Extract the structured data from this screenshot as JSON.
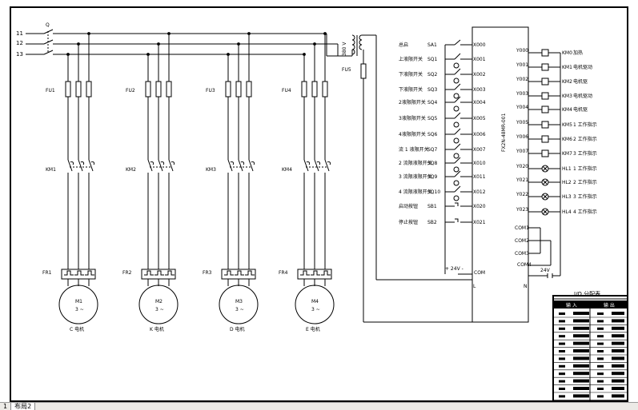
{
  "bus_labels": [
    "11",
    "12",
    "13"
  ],
  "main_switch_label": "Q",
  "transformer_voltage": "380 V",
  "fuse_labels": [
    "FU1",
    "FU2",
    "FU3",
    "FU4"
  ],
  "ctrl_fuse_label": "FU5",
  "contactor_labels": [
    "KM1",
    "KM2",
    "KM3",
    "KM4"
  ],
  "overload_labels": [
    "FR1",
    "FR2",
    "FR3",
    "FR4"
  ],
  "motors": [
    {
      "name": "M1",
      "phase": "3 ~",
      "caption": "C 电机"
    },
    {
      "name": "M2",
      "phase": "3 ~",
      "caption": "K 电机"
    },
    {
      "name": "M3",
      "phase": "3 ~",
      "caption": "D 电机"
    },
    {
      "name": "M4",
      "phase": "3 ~",
      "caption": "E 电机"
    }
  ],
  "inputs": [
    {
      "desc": "总启",
      "tag": "SA1",
      "addr": "X000"
    },
    {
      "desc": "上液限开关",
      "tag": "SQ1",
      "addr": "X001"
    },
    {
      "desc": "下液限开关",
      "tag": "SQ2",
      "addr": "X002"
    },
    {
      "desc": "下液限开关",
      "tag": "SQ3",
      "addr": "X003"
    },
    {
      "desc": "2液限限开关",
      "tag": "SQ4",
      "addr": "X004"
    },
    {
      "desc": "3液限限开关",
      "tag": "SQ5",
      "addr": "X005"
    },
    {
      "desc": "4液限限开关",
      "tag": "SQ6",
      "addr": "X006"
    },
    {
      "desc": "流 1 液限开关",
      "tag": "SQ7",
      "addr": "X007"
    },
    {
      "desc": "2 流限液限开关",
      "tag": "SQ8",
      "addr": "X010"
    },
    {
      "desc": "3 流限液限开关",
      "tag": "SQ9",
      "addr": "X011"
    },
    {
      "desc": "4 流限液限开关",
      "tag": "SQ10",
      "addr": "X012"
    },
    {
      "desc": "启动按钮",
      "tag": "SB1",
      "addr": "X020"
    },
    {
      "desc": "停止按钮",
      "tag": "SB2",
      "addr": "X021"
    }
  ],
  "plc_model": "FX2N-48MR-001",
  "plc_power_label": "+ 24V -",
  "plc_com_in": "COM",
  "plc_L": "L",
  "plc_N": "N",
  "outputs": [
    {
      "addr": "Y000",
      "tag": "KM0",
      "desc": "加热",
      "kind": "coil"
    },
    {
      "addr": "Y001",
      "tag": "KM1",
      "desc": "电机驱动",
      "kind": "coil"
    },
    {
      "addr": "Y002",
      "tag": "KM2",
      "desc": "电机驱",
      "kind": "coil"
    },
    {
      "addr": "Y003",
      "tag": "KM3",
      "desc": "电机驱动",
      "kind": "coil"
    },
    {
      "addr": "Y004",
      "tag": "KM4",
      "desc": "电机驱",
      "kind": "coil"
    },
    {
      "addr": "Y005",
      "tag": "KM5",
      "desc": "1 工作指示",
      "kind": "coil"
    },
    {
      "addr": "Y006",
      "tag": "KM6",
      "desc": "2 工作指示",
      "kind": "coil"
    },
    {
      "addr": "Y007",
      "tag": "KM7",
      "desc": "3 工作指示",
      "kind": "coil"
    },
    {
      "addr": "Y020",
      "tag": "HL1",
      "desc": "1 工作指示",
      "kind": "lamp"
    },
    {
      "addr": "Y021",
      "tag": "HL2",
      "desc": "2 工作指示",
      "kind": "lamp"
    },
    {
      "addr": "Y022",
      "tag": "HL3",
      "desc": "3 工作指示",
      "kind": "lamp"
    },
    {
      "addr": "Y023",
      "tag": "HL4",
      "desc": "4 工作指示",
      "kind": "lamp"
    }
  ],
  "com_labels": [
    "COM1",
    "COM2",
    "COM3",
    "COM4"
  ],
  "output_supply": "24V",
  "io_table": {
    "title": "I/O 分配表",
    "headers": [
      "输 入",
      "输 出"
    ],
    "row_count": 12
  },
  "layout_tabs": [
    "1",
    "布局2"
  ]
}
